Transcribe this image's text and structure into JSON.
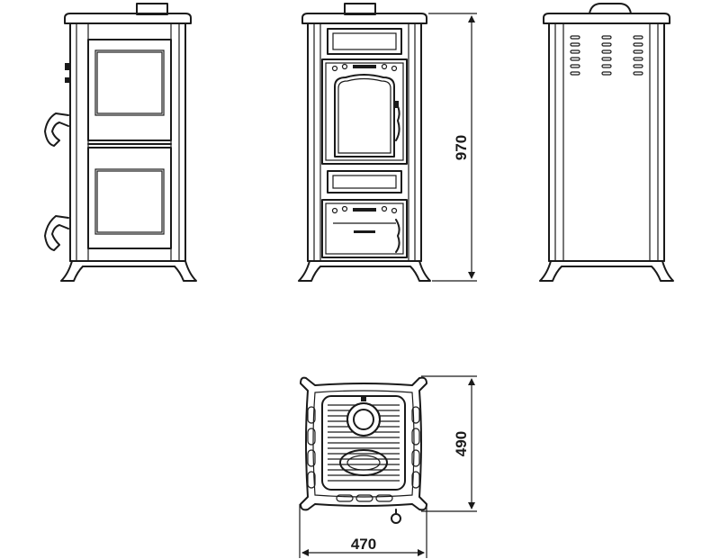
{
  "dimensions": {
    "height": "970",
    "depth": "490",
    "width": "470"
  }
}
